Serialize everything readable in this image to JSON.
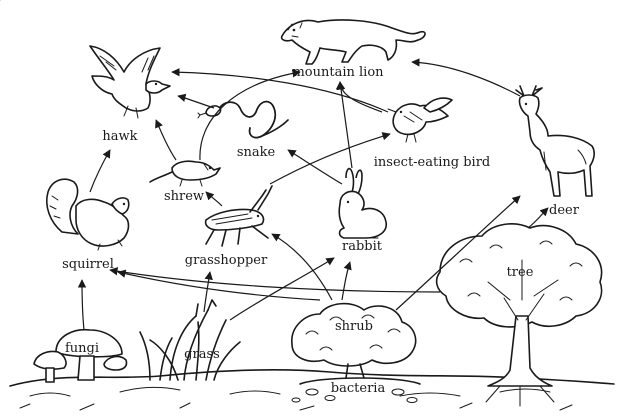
{
  "labels": {
    "mountain_lion": "mountain lion",
    "hawk": "hawk",
    "snake": "snake",
    "insect_eating_bird": "insect-eating bird",
    "shrew": "shrew",
    "deer": "deer",
    "squirrel": "squirrel",
    "grasshopper": "grasshopper",
    "rabbit": "rabbit",
    "tree": "tree",
    "shrub": "shrub",
    "fungi": "fungi",
    "grass": "grass",
    "bacteria": "bacteria"
  }
}
